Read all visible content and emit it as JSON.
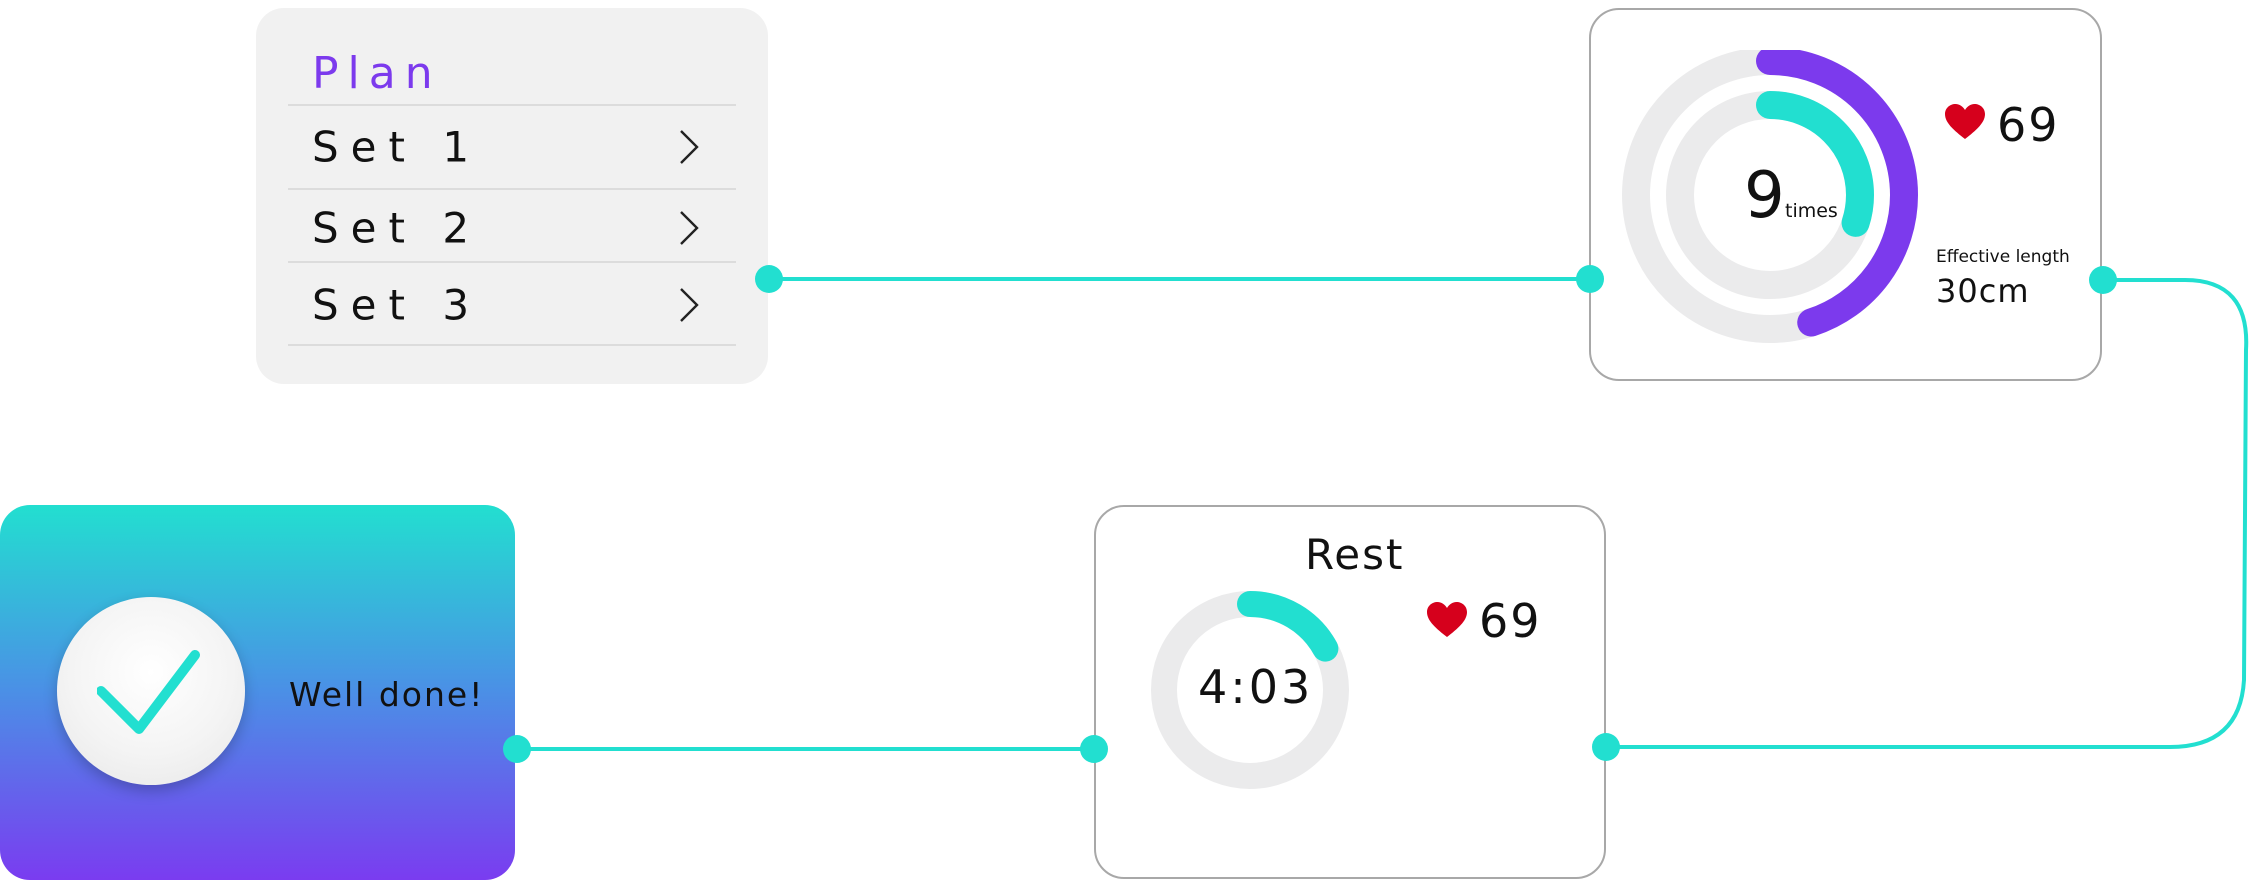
{
  "plan": {
    "title": "Plan",
    "sets": [
      {
        "label": "Set 1"
      },
      {
        "label": "Set 2"
      },
      {
        "label": "Set 3"
      }
    ]
  },
  "counter": {
    "value": "9",
    "unit": "times",
    "outer_progress": 0.45,
    "inner_progress": 0.3,
    "heart_rate": "69",
    "metric_label": "Effective length",
    "metric_value": "30cm"
  },
  "rest": {
    "title": "Rest",
    "timer": "4:03",
    "progress": 0.17,
    "heart_rate": "69"
  },
  "done": {
    "message": "Well done!"
  },
  "colors": {
    "accent_teal": "#22dfd0",
    "accent_purple": "#7c3aed",
    "heart_red": "#d6001c",
    "ring_track": "#ebebec"
  }
}
